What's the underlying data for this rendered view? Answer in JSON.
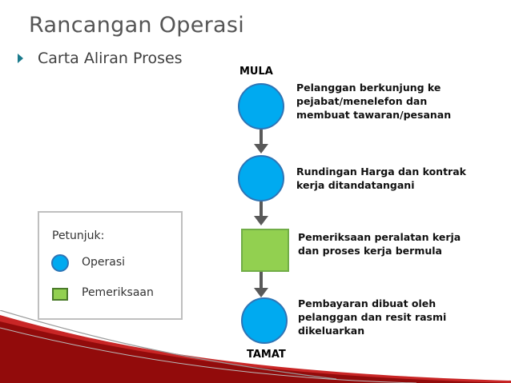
{
  "title": "Rancangan Operasi",
  "bullet": "Carta Aliran Proses",
  "flow": {
    "start_label": "MULA",
    "end_label": "TAMAT",
    "steps": [
      {
        "shape": "operasi",
        "text_lines": [
          "Pelanggan berkunjung ke",
          "pejabat/menelefon dan",
          "membuat  tawaran/pesanan"
        ]
      },
      {
        "shape": "operasi",
        "text_lines": [
          "Rundingan Harga dan kontrak",
          "kerja ditandatangani"
        ]
      },
      {
        "shape": "pemeriksaan",
        "text_lines": [
          "Pemeriksaan peralatan kerja",
          "dan proses kerja bermula"
        ]
      },
      {
        "shape": "operasi",
        "text_lines": [
          "Pembayaran dibuat oleh",
          "pelanggan dan resit rasmi",
          "dikeluarkan"
        ]
      }
    ]
  },
  "legend": {
    "title": "Petunjuk:",
    "items": [
      {
        "shape": "operasi",
        "label": "Operasi"
      },
      {
        "shape": "pemeriksaan",
        "label": "Pemeriksaan"
      }
    ]
  },
  "colors": {
    "operasi_fill": "#00aaf0",
    "operasi_border": "#2e75b6",
    "pemeriksaan_fill": "#92d050",
    "arrow": "#595959",
    "accent": "#1a7a8c"
  }
}
